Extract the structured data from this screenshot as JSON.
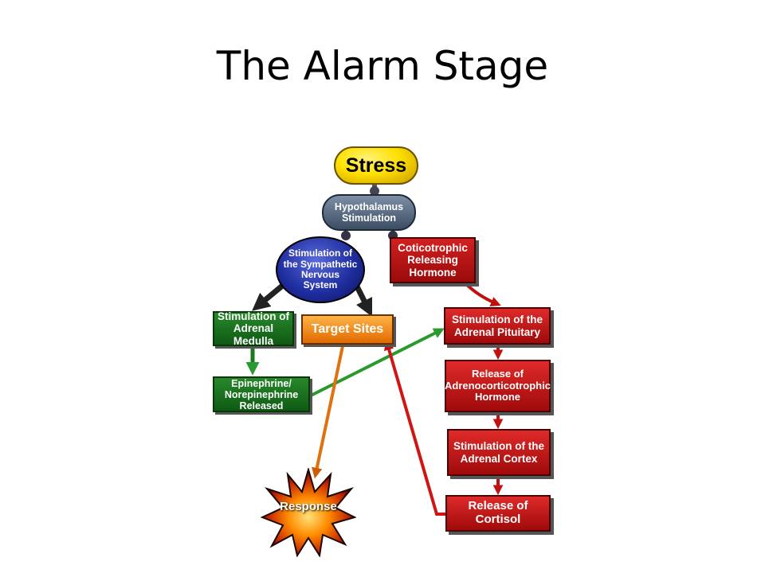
{
  "slide": {
    "title": "The Alarm Stage"
  },
  "diagram": {
    "stress": "Stress",
    "hypothalamus": "Hypothalamus\nStimulation",
    "sympathetic": "Stimulation of\nthe Sympathetic\nNervous\nSystem",
    "crh": "Coticotrophic\nReleasing\nHormone",
    "adrenal_medulla": "Stimulation of\nAdrenal Medulla",
    "target_sites": "Target Sites",
    "epinephrine": "Epinephrine/\nNorepinephrine\nReleased",
    "adrenal_pituitary": "Stimulation of the\nAdrenal Pituitary",
    "acth": "Release of\nAdrenocorticotrophic\nHormone",
    "adrenal_cortex": "Stimulation of the\nAdrenal Cortex",
    "cortisol": "Release of\nCortisol",
    "response": "Response"
  },
  "colors": {
    "stress": "#ffe000",
    "hypothalamus": "#5a6b82",
    "sympathetic": "#1f2ea0",
    "red_path": "#cc1111",
    "green_path": "#1a7a1e",
    "target_sites": "#f08a1a"
  }
}
